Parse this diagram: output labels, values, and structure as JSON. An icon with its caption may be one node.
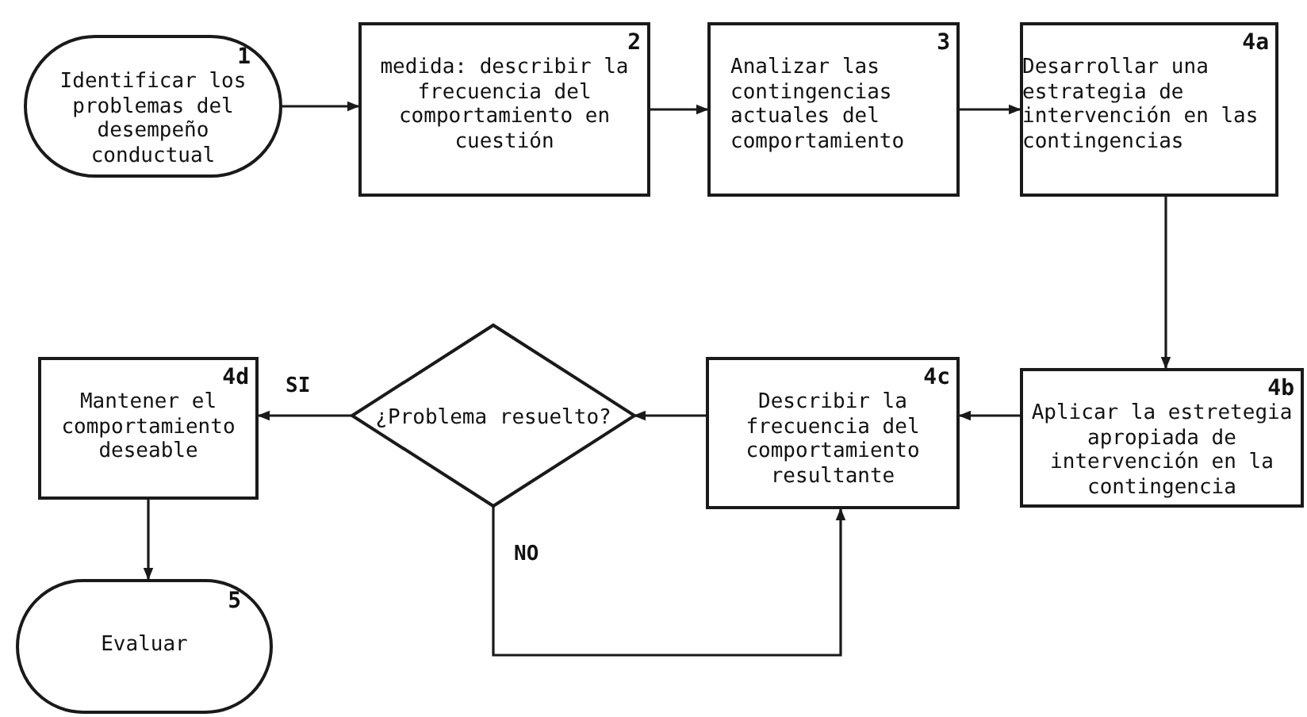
{
  "diagram": {
    "nodes": [
      {
        "text": [
          "1",
          "Identificar los problemas del desempeño conductual"
        ]
      },
      {
        "text": [
          "2",
          "medida: describir la frecuencia del comportamiento en cuestión"
        ]
      },
      {
        "text": [
          "3",
          "Analizar las contingencias actuales del comportamiento"
        ]
      },
      {
        "text": [
          "4a",
          "Desarrollar una estrategia de intervención en las contingencias"
        ]
      },
      {
        "text": [
          "4b",
          "Aplicar la estretegia apropiada de intervención en la contingencia"
        ]
      },
      {
        "text": [
          "4c",
          "Describir la frecuencia del comportamiento resultante"
        ]
      },
      {
        "text": [
          "¿Problema resuelto?"
        ]
      },
      {
        "text": [
          "4d",
          "Mantener el comportamiento deseable"
        ]
      },
      {
        "text": [
          "5",
          "Evaluar"
        ]
      }
    ],
    "edges": [
      {
        "from": 0,
        "to": 1,
        "arrow": "to"
      },
      {
        "from": 1,
        "to": 2,
        "arrow": "to"
      },
      {
        "from": 2,
        "to": 3,
        "arrow": "to"
      },
      {
        "from": 3,
        "to": 4,
        "arrow": "to"
      },
      {
        "from": 4,
        "to": 5,
        "arrow": "to"
      },
      {
        "from": 5,
        "to": 6,
        "arrow": "to"
      },
      {
        "from": 6,
        "to": 7,
        "arrow": "to",
        "label": "SI"
      },
      {
        "from": 6,
        "to": 5,
        "arrow": "to",
        "label": "NO"
      },
      {
        "from": 7,
        "to": 8,
        "arrow": "to"
      }
    ]
  }
}
